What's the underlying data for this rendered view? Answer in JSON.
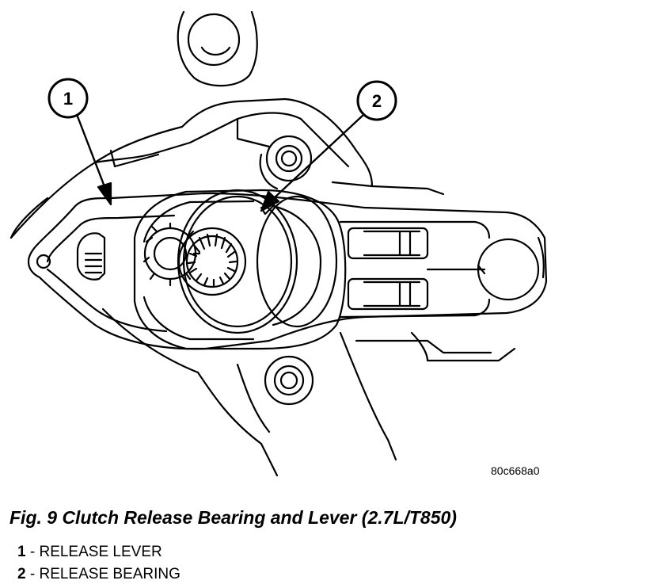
{
  "figure": {
    "callouts": [
      {
        "number": "1"
      },
      {
        "number": "2"
      }
    ],
    "drawing_code": "80c668a0",
    "caption": "Fig. 9 Clutch Release Bearing and Lever (2.7L/T850)",
    "legend": [
      {
        "number": "1",
        "separator": " - ",
        "label": "RELEASE LEVER"
      },
      {
        "number": "2",
        "separator": " - ",
        "label": "RELEASE BEARING"
      }
    ]
  }
}
